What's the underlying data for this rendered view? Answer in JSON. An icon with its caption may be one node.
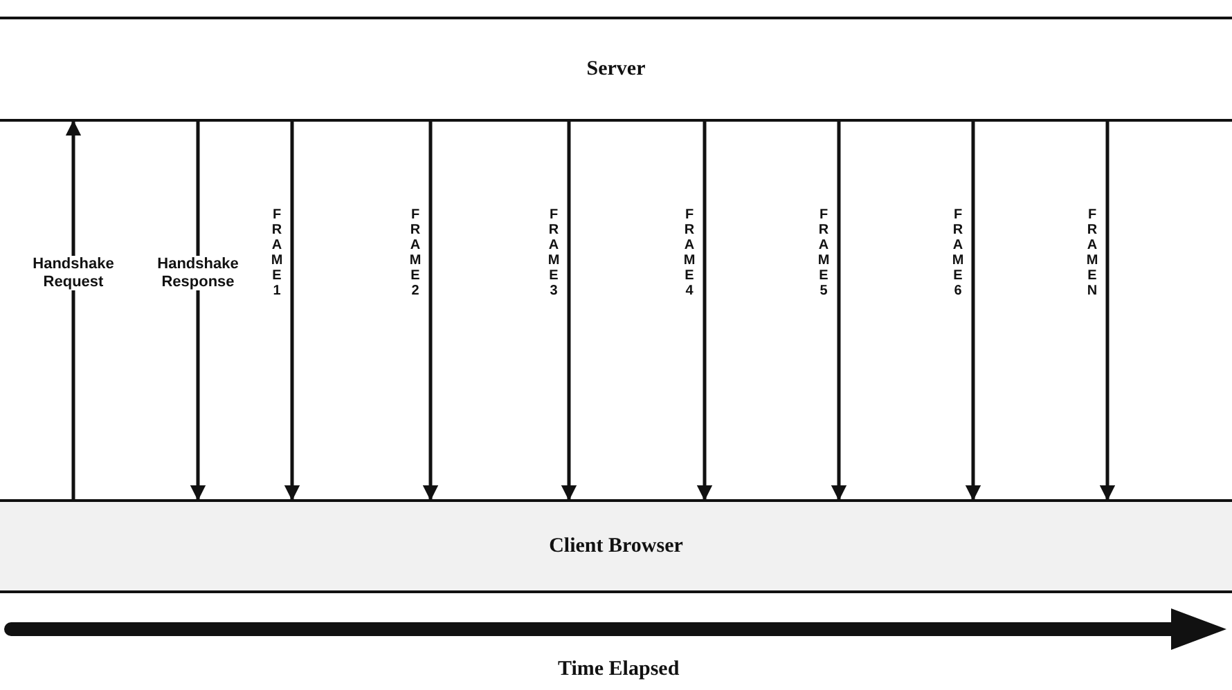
{
  "diagram": {
    "nodes": [
      {
        "text": [
          "Server"
        ]
      },
      {
        "text": [
          "Client Browser"
        ]
      }
    ],
    "edges": [
      {
        "from": 1,
        "to": 0,
        "arrow": "to",
        "label": "Handshake Request"
      },
      {
        "from": 0,
        "to": 1,
        "arrow": "to",
        "label": "Handshake Response"
      },
      {
        "from": 0,
        "to": 1,
        "arrow": "to",
        "label": "FRAME 1"
      },
      {
        "from": 0,
        "to": 1,
        "arrow": "to",
        "label": "FRAME 2"
      },
      {
        "from": 0,
        "to": 1,
        "arrow": "to",
        "label": "FRAME 3"
      },
      {
        "from": 0,
        "to": 1,
        "arrow": "to",
        "label": "FRAME 4"
      },
      {
        "from": 0,
        "to": 1,
        "arrow": "to",
        "label": "FRAME 5"
      },
      {
        "from": 0,
        "to": 1,
        "arrow": "to",
        "label": "FRAME 6"
      },
      {
        "from": 0,
        "to": 1,
        "arrow": "to",
        "label": "FRAME N"
      }
    ],
    "labels": [
      "Time Elapsed"
    ]
  }
}
